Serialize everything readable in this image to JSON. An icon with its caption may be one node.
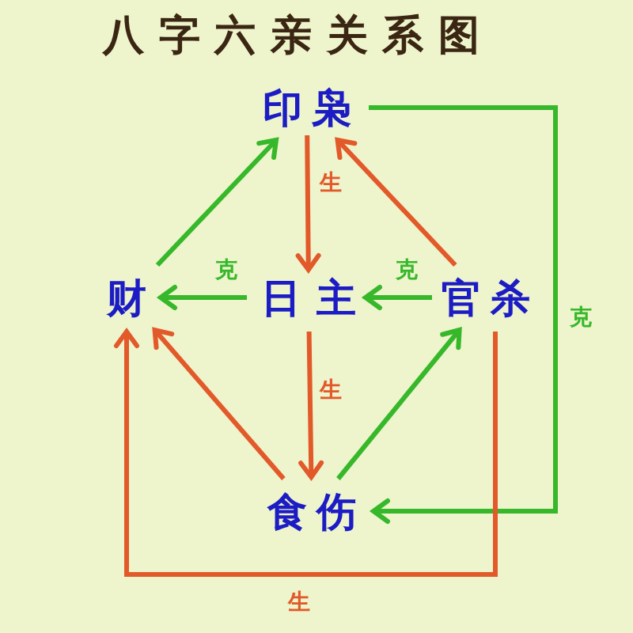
{
  "diagram": {
    "title": "八字六亲关系图",
    "nodes": [
      {
        "text": [
          "印枭"
        ]
      },
      {
        "text": [
          "财"
        ]
      },
      {
        "text": [
          "日主"
        ]
      },
      {
        "text": [
          "官杀"
        ]
      },
      {
        "text": [
          "食伤"
        ]
      }
    ],
    "edges": [
      {
        "from": 0,
        "to": 2,
        "arrow": "to",
        "label": "生",
        "color": "#e2592a"
      },
      {
        "from": 2,
        "to": 1,
        "arrow": "to",
        "label": "克",
        "color": "#36b82a"
      },
      {
        "from": 3,
        "to": 2,
        "arrow": "to",
        "label": "克",
        "color": "#36b82a"
      },
      {
        "from": 2,
        "to": 4,
        "arrow": "to",
        "label": "生",
        "color": "#e2592a"
      },
      {
        "from": 1,
        "to": 0,
        "arrow": "to",
        "color": "#36b82a"
      },
      {
        "from": 3,
        "to": 0,
        "arrow": "to",
        "color": "#e2592a"
      },
      {
        "from": 4,
        "to": 1,
        "arrow": "to",
        "color": "#e2592a"
      },
      {
        "from": 4,
        "to": 3,
        "arrow": "to",
        "color": "#36b82a"
      },
      {
        "from": 0,
        "to": 4,
        "arrow": "to",
        "label": "克",
        "color": "#36b82a"
      },
      {
        "from": 3,
        "to": 1,
        "arrow": "to",
        "label": "生",
        "color": "#e2592a"
      }
    ]
  }
}
